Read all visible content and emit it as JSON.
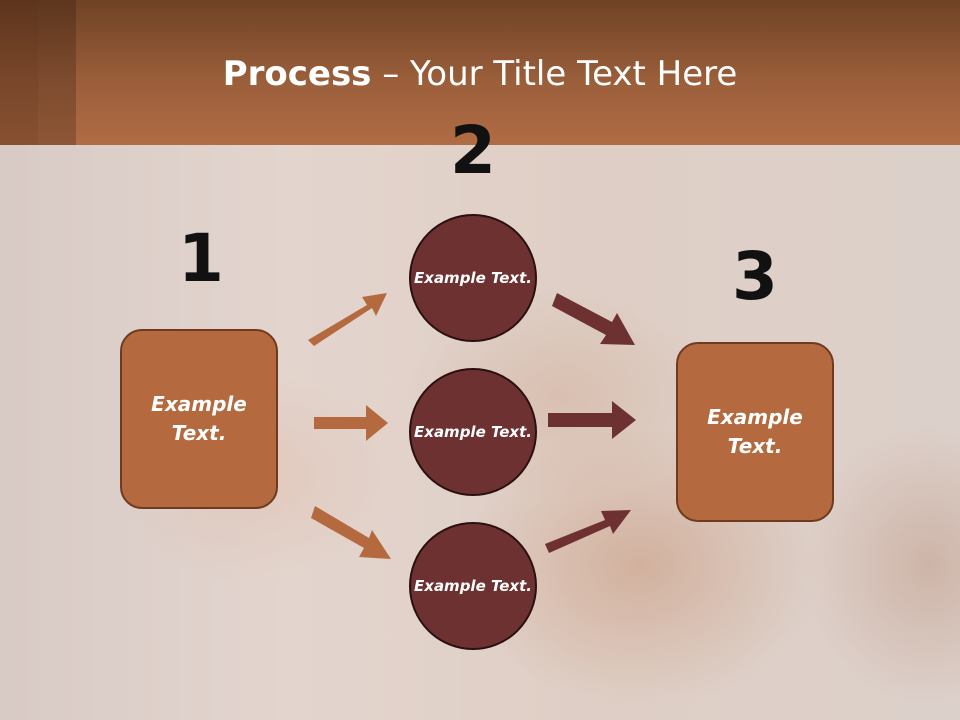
{
  "slide": {
    "title_bold": "Process",
    "title_rest": " – Your Title Text Here"
  },
  "steps": {
    "num1": "1",
    "num2": "2",
    "num3": "3"
  },
  "nodes": {
    "left": "Example Text.",
    "top": "Example Text.",
    "middle": "Example Text.",
    "bottom": "Example Text.",
    "right": "Example Text."
  },
  "colors": {
    "box_fill": "#b46a3e",
    "circle_fill": "#6e3131",
    "arrow_light": "#b46a3e",
    "arrow_dark": "#6e3131",
    "header": "#a86540"
  }
}
